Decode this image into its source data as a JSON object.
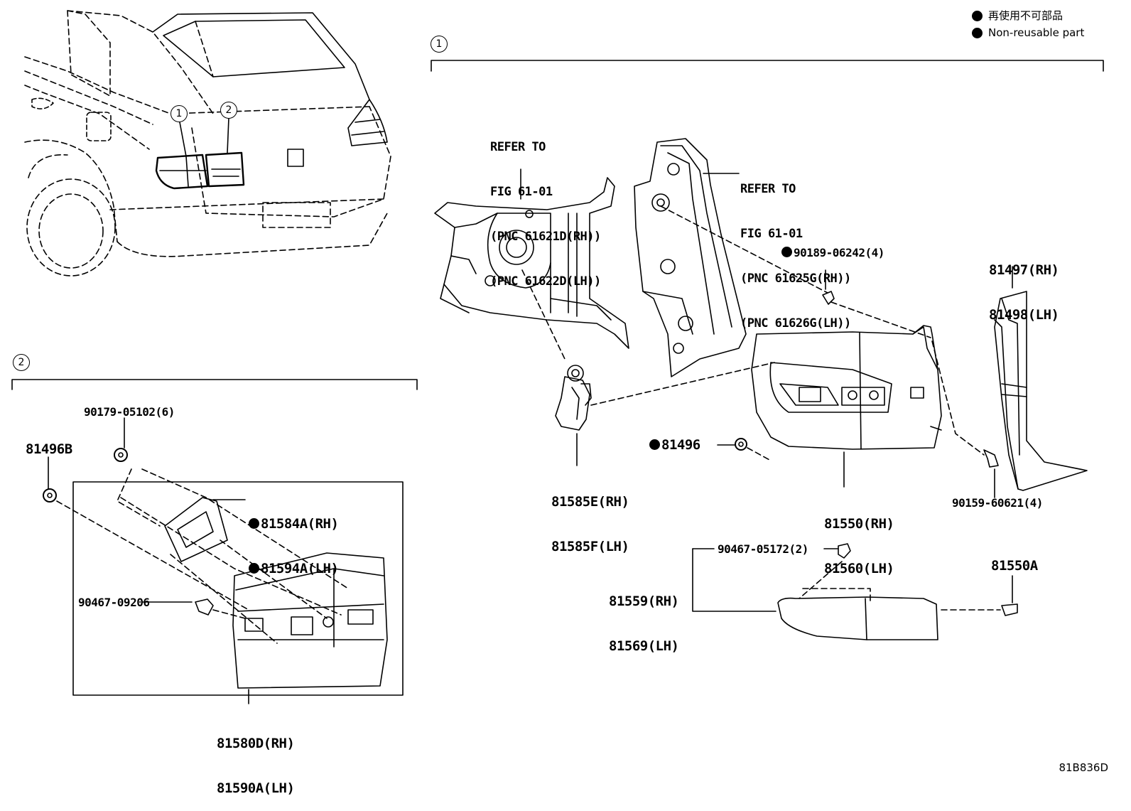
{
  "legend": {
    "line1": "再使用不可部品",
    "line2": "Non-reusable part"
  },
  "markers": {
    "one": "1",
    "two": "2"
  },
  "section1": {
    "ref_a": [
      "REFER TO",
      "FIG 61-01",
      "(PNC 61621D(RH))",
      "(PNC 61622D(LH))"
    ],
    "ref_b": [
      "REFER TO",
      "FIG 61-01",
      "(PNC 61625G(RH))",
      "(PNC 61626G(LH))"
    ],
    "p90189": "90189-06242(4)",
    "p81497": "81497(RH)",
    "p81498": "81498(LH)",
    "p81585e": "81585E(RH)",
    "p81585f": "81585F(LH)",
    "p81496": "81496",
    "p81550": "81550(RH)",
    "p81560": "81560(LH)",
    "p90159": "90159-60621(4)",
    "p90467b": "90467-05172(2)",
    "p81559": "81559(RH)",
    "p81569": "81569(LH)",
    "p81550a": "81550A"
  },
  "section2": {
    "p90179": "90179-05102(6)",
    "p81496b": "81496B",
    "p81584a": "81584A(RH)",
    "p81594a": "81594A(LH)",
    "p90467a": "90467-09206",
    "p81580d": "81580D(RH)",
    "p81590a": "81590A(LH)"
  },
  "figure_code": "81B836D"
}
